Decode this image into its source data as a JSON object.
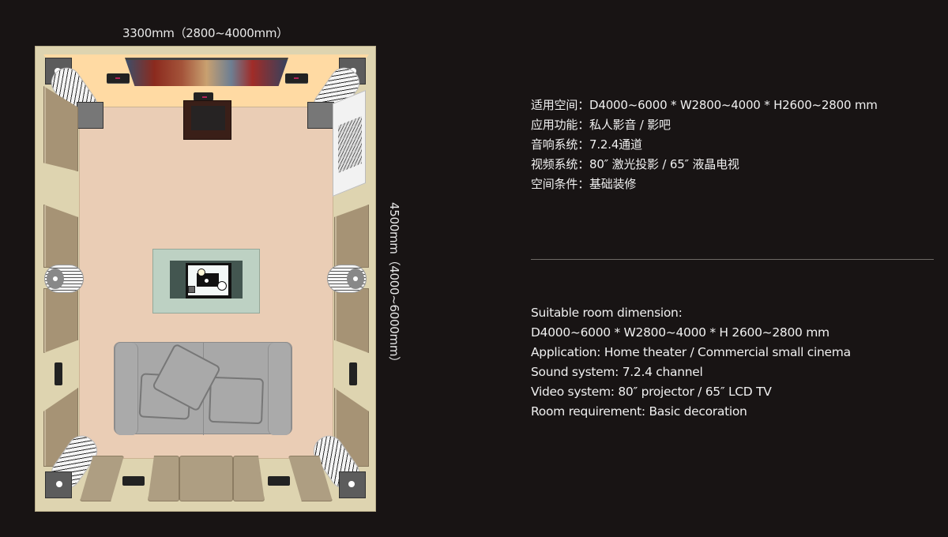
{
  "dimensions": {
    "width_label": "3300mm（2800~4000mm）",
    "depth_label": "4500mm（4000~6000mm）"
  },
  "floor_plan": {
    "elements": [
      "projection-screen",
      "front-left-speaker",
      "center-speaker",
      "front-right-speaker",
      "tv-cabinet",
      "corner-height-speakers",
      "side-surround-speakers",
      "acoustic-panels",
      "rug",
      "coffee-table",
      "sofa",
      "pillows",
      "rear-subwoofers",
      "floor-cushions",
      "equipment-rack"
    ],
    "colors": {
      "front_wall": "#ffdaa3",
      "floor": "#eacdb5",
      "side_walls": "#ded4b0",
      "panels": "#a69375",
      "sofa": "#a8a8a8",
      "rug": "#bdd1c3"
    }
  },
  "specs_cn": {
    "lines": [
      "适用空间：D4000~6000 * W2800~4000 * H2600~2800 mm",
      "应用功能：私人影音 / 影吧",
      "音响系统：7.2.4通道",
      "视频系统：80″ 激光投影 / 65″ 液晶电视",
      "空间条件：基础装修"
    ]
  },
  "specs_en": {
    "lines": [
      "Suitable room dimension:",
      "D4000~6000 * W2800~4000 * H 2600~2800 mm",
      "Application: Home theater / Commercial small cinema",
      "Sound system: 7.2.4 channel",
      "Video system: 80″ projector / 65″ LCD TV",
      "Room requirement: Basic decoration"
    ]
  },
  "theme": {
    "background": "#181414",
    "text": "#f0f0f0",
    "divider": "#6e6a66"
  }
}
